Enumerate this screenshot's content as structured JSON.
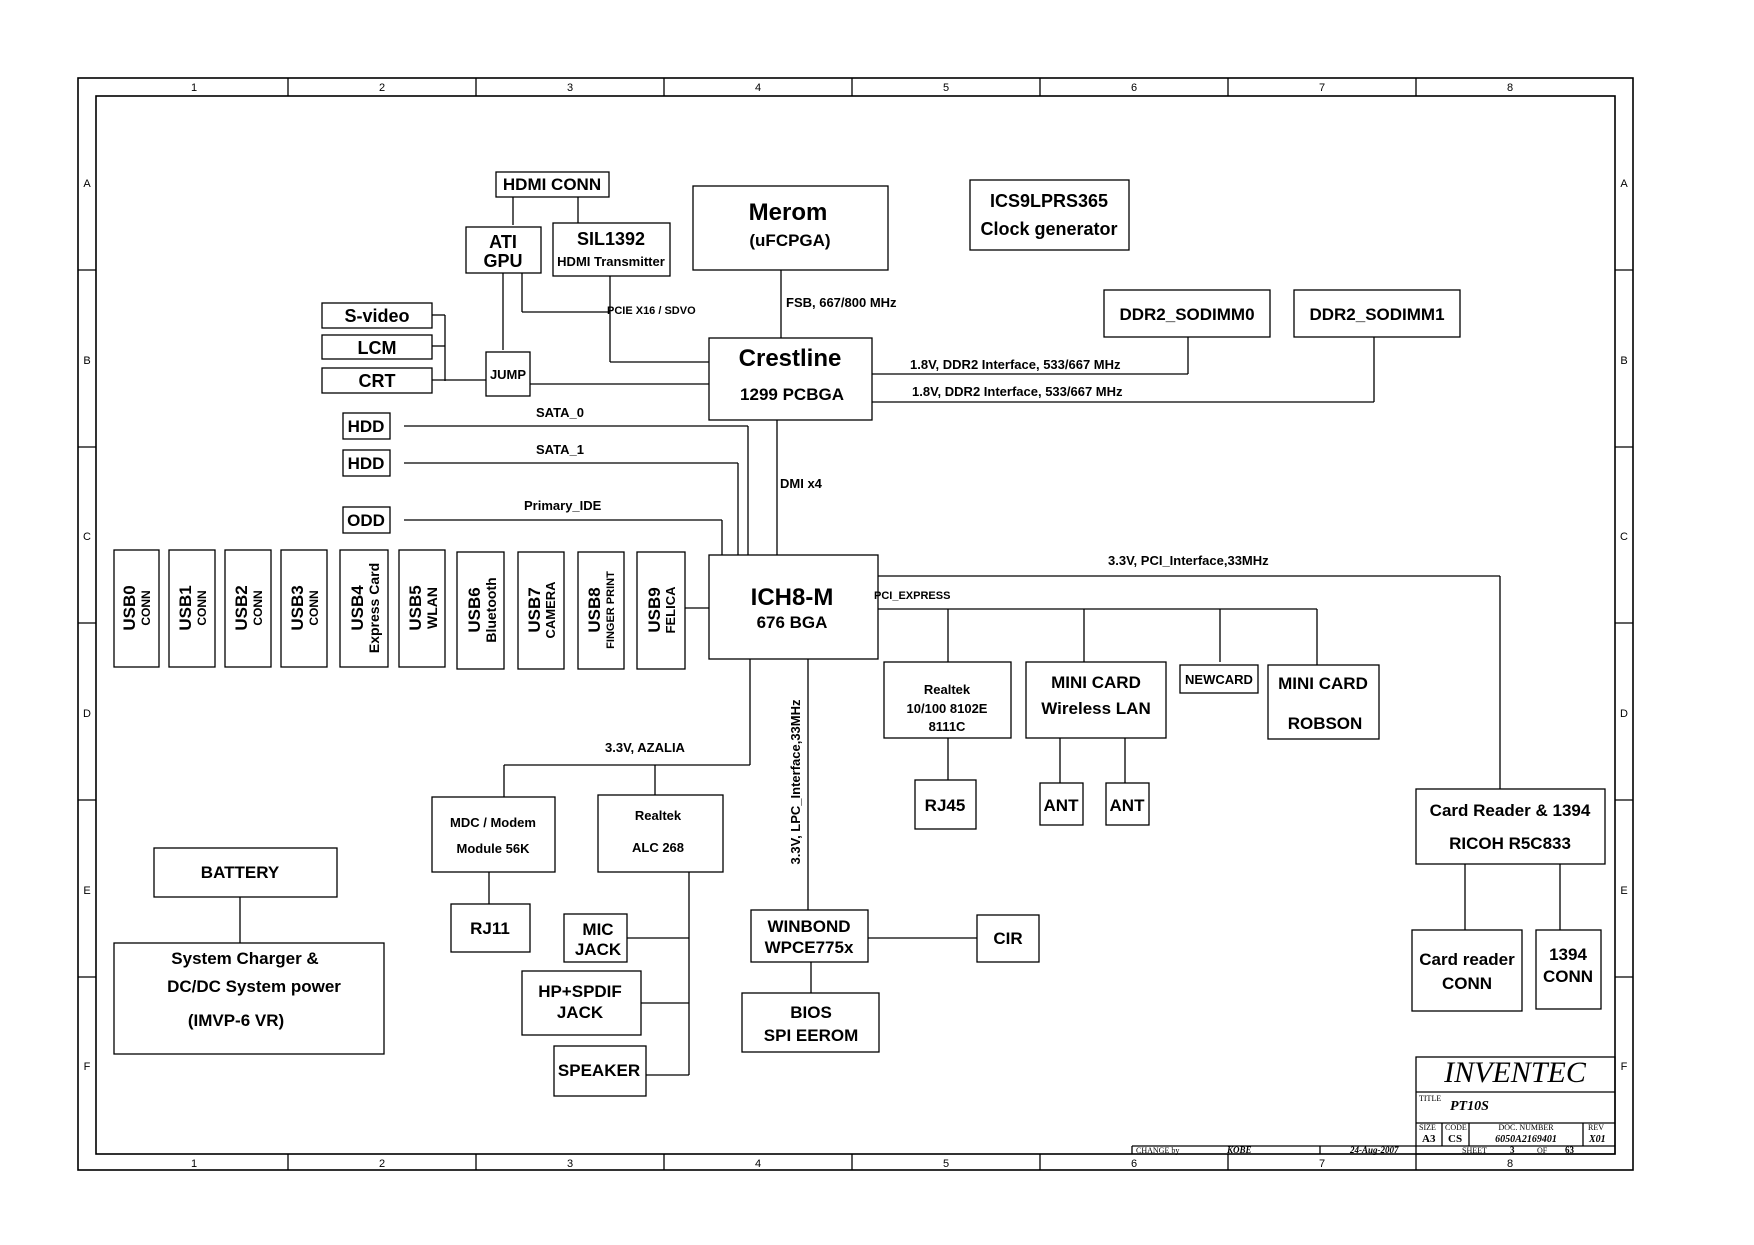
{
  "frame": {
    "columns": [
      "1",
      "2",
      "3",
      "4",
      "5",
      "6",
      "7",
      "8"
    ],
    "rows": [
      "A",
      "B",
      "C",
      "D",
      "E",
      "F"
    ]
  },
  "blocks": {
    "hdmi_conn": "HDMI CONN",
    "ati_gpu": [
      "ATI",
      "GPU"
    ],
    "sil1392": [
      "SIL1392",
      "HDMI Transmitter"
    ],
    "merom": [
      "Merom",
      "(uFCPGA)"
    ],
    "clock_gen": [
      "ICS9LPRS365",
      "Clock generator"
    ],
    "svideo": "S-video",
    "lcm": "LCM",
    "crt": "CRT",
    "jump": "JUMP",
    "crestline": [
      "Crestline",
      "1299 PCBGA"
    ],
    "sodimm0": "DDR2_SODIMM0",
    "sodimm1": "DDR2_SODIMM1",
    "hdd0": "HDD",
    "hdd1": "HDD",
    "odd": "ODD",
    "ich8m": [
      "ICH8-M",
      "676 BGA"
    ],
    "usb": [
      {
        "port": "USB0",
        "desc": "CONN"
      },
      {
        "port": "USB1",
        "desc": "CONN"
      },
      {
        "port": "USB2",
        "desc": "CONN"
      },
      {
        "port": "USB3",
        "desc": "CONN"
      },
      {
        "port": "USB4",
        "desc": "Express Card"
      },
      {
        "port": "USB5",
        "desc": "WLAN"
      },
      {
        "port": "USB6",
        "desc": "Bluetooth"
      },
      {
        "port": "USB7",
        "desc": "CAMERA"
      },
      {
        "port": "USB8",
        "desc": "FINGER PRINT"
      },
      {
        "port": "USB9",
        "desc": "FELICA"
      }
    ],
    "realtek_lan": [
      "Realtek",
      "10/100 8102E",
      "8111C"
    ],
    "mini_card_wlan": [
      "MINI CARD",
      "Wireless LAN"
    ],
    "newcard": "NEWCARD",
    "mini_card_robson": [
      "MINI CARD",
      "ROBSON"
    ],
    "rj45": "RJ45",
    "ant1": "ANT",
    "ant2": "ANT",
    "card_reader": [
      "Card Reader & 1394",
      "RICOH R5C833"
    ],
    "card_reader_conn": [
      "Card reader",
      "CONN"
    ],
    "conn_1394": [
      "1394",
      "CONN"
    ],
    "mdc_modem": [
      "MDC / Modem",
      "Module 56K"
    ],
    "realtek_audio": [
      "Realtek",
      "ALC 268"
    ],
    "rj11": "RJ11",
    "mic_jack": [
      "MIC",
      "JACK"
    ],
    "hp_spdif_jack": [
      "HP+SPDIF",
      "JACK"
    ],
    "speaker": "SPEAKER",
    "winbond": [
      "WINBOND",
      "WPCE775x"
    ],
    "cir": "CIR",
    "bios": [
      "BIOS",
      "SPI EEROM"
    ],
    "battery": "BATTERY",
    "charger": [
      "System Charger &",
      "DC/DC System power",
      "(IMVP-6   VR)"
    ]
  },
  "buses": {
    "pcie_sdvo": "PCIE X16 / SDVO",
    "fsb": "FSB, 667/800 MHz",
    "ddr2_a": "1.8V, DDR2 Interface, 533/667 MHz",
    "ddr2_b": "1.8V, DDR2 Interface, 533/667 MHz",
    "sata0": "SATA_0",
    "sata1": "SATA_1",
    "primary_ide": "Primary_IDE",
    "dmi": "DMI x4",
    "pci": "3.3V, PCI_Interface,33MHz",
    "pci_express": "PCI_EXPRESS",
    "azalia": "3.3V, AZALIA",
    "lpc": "3.3V, LPC_Interface,33MHz"
  },
  "title_block": {
    "company": "INVENTEC",
    "title_label": "TITLE",
    "title": "PT10S",
    "size_label": "SIZE",
    "size": "A3",
    "code_label": "CODE",
    "code": "CS",
    "doc_number_label": "DOC. NUMBER",
    "doc_number": "6050A2169401",
    "rev_label": "REV",
    "rev": "X01",
    "sheet_label": "SHEET",
    "sheet": "3",
    "of_label": "OF",
    "total": "63",
    "change_by_label": "CHANGE by",
    "change_by": "KOBE",
    "date": "24-Aug-2007"
  }
}
